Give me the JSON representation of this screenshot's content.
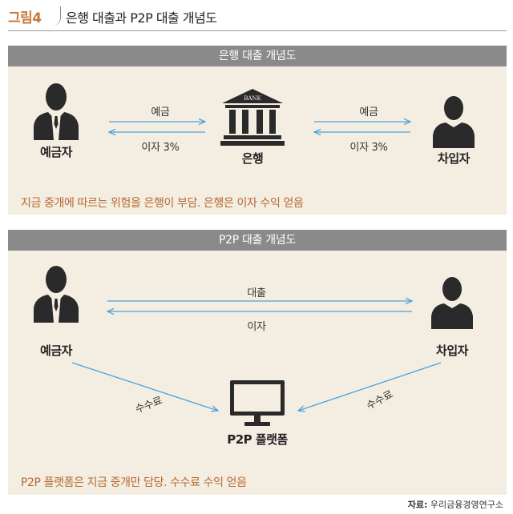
{
  "figure": {
    "tag": "그림4",
    "title": "은행 대출과 P2P 대출 개념도"
  },
  "bank_panel": {
    "header": "은행 대출 개념도",
    "depositor": "예금자",
    "bank": "은행",
    "bank_sign": "BANK",
    "borrower": "차입자",
    "left_top_label": "예금",
    "left_bottom_label": "이자 3%",
    "right_top_label": "예금",
    "right_bottom_label": "이자 3%",
    "note": "지금 중개에 따르는 위험을 은행이 부담. 은행은 이자 수익 얻음"
  },
  "p2p_panel": {
    "header": "P2P 대출 개념도",
    "depositor": "예금자",
    "borrower": "차입자",
    "top_label": "대출",
    "bottom_label": "이자",
    "left_fee_label": "수수료",
    "right_fee_label": "수수료",
    "platform": "P2P 플랫폼",
    "note": "P2P 플랫폼은 지금 중개만 담당. 수수료 수익 얻음"
  },
  "source": {
    "label": "자료:",
    "text": "우리금융경영연구소"
  },
  "colors": {
    "accent": "#c8763a",
    "arrow": "#4aa3d9",
    "panel_bg": "#f4ede2",
    "panel_header": "#8a8a8a"
  }
}
